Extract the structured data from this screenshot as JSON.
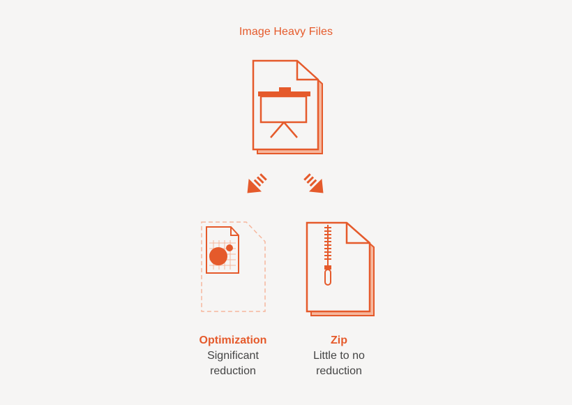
{
  "title": "Image Heavy Files",
  "optimization": {
    "label": "Optimization",
    "desc_line1": "Significant",
    "desc_line2": "reduction"
  },
  "zip": {
    "label": "Zip",
    "desc_line1": "Little to no",
    "desc_line2": "reduction"
  },
  "colors": {
    "accent": "#e55a2b",
    "accent_light": "#f6b79d",
    "text_dark": "#444444",
    "background": "#f6f5f4"
  }
}
